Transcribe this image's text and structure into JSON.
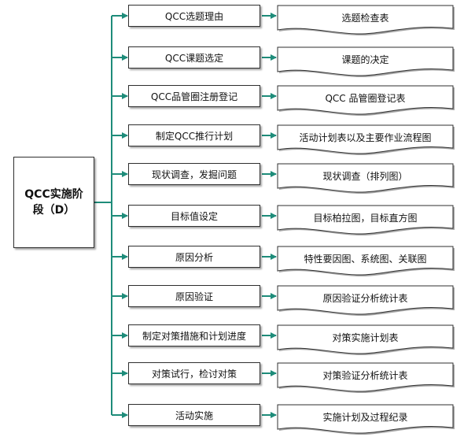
{
  "main_box": {
    "line1": "QCC实施阶",
    "line2": "段（D）"
  },
  "steps": [
    {
      "label": "QCC选题理由",
      "output": "选题检查表"
    },
    {
      "label": "QCC课题选定",
      "output": "课题的决定"
    },
    {
      "label": "QCC品管圈注册登记",
      "output": "QCC 品管圈登记表"
    },
    {
      "label": "制定QCC推行计划",
      "output": "活动计划表以及主要作业流程图"
    },
    {
      "label": "现状调查，发掘问题",
      "output": "现状调查（排列图）"
    },
    {
      "label": "目标值设定",
      "output": "目标柏拉图，目标直方图"
    },
    {
      "label": "原因分析",
      "output": "特性要因图、系统图、关联图"
    },
    {
      "label": "原因验证",
      "output": "原因验证分析统计表"
    },
    {
      "label": "制定对策措施和计划进度",
      "output": "对策实施计划表"
    },
    {
      "label": "对策试行，检讨对策",
      "output": "对策验证分析统计表"
    },
    {
      "label": "活动实施",
      "output": "实施计划及过程纪录"
    }
  ],
  "colors": {
    "connector": "#1e8c7a",
    "border": "#2f2f2f",
    "text": "#111111"
  }
}
